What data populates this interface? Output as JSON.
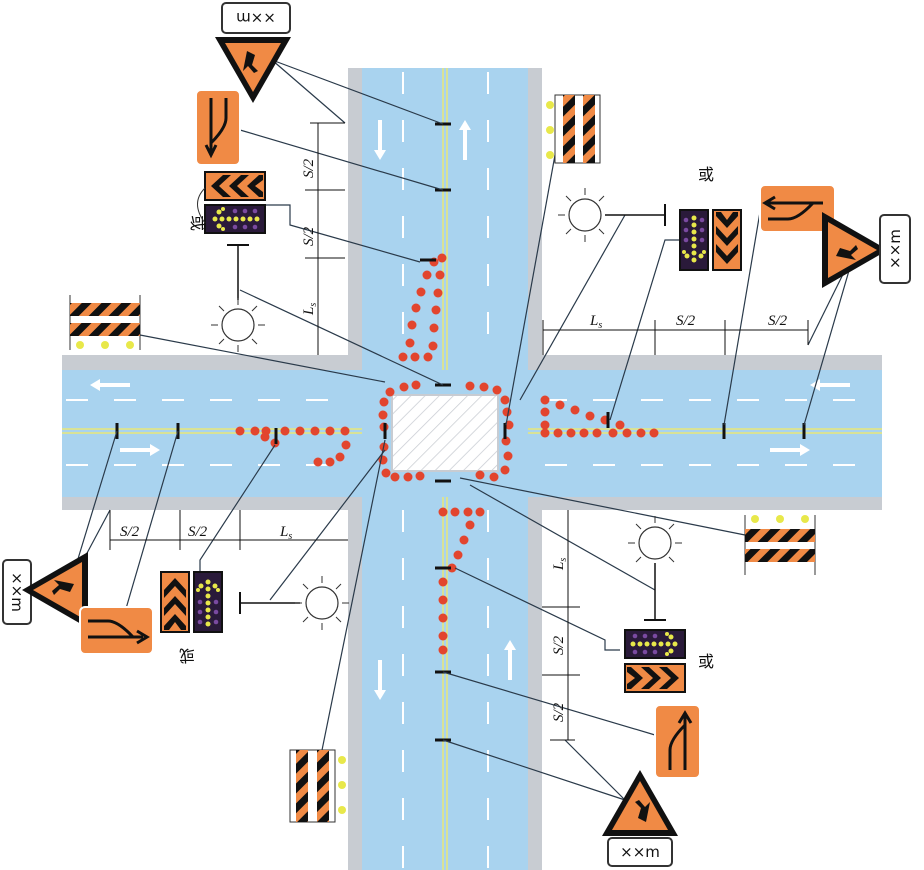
{
  "labels": {
    "half_spacing": "S/2",
    "taper_length": "L",
    "taper_sub": "s",
    "or": "或",
    "distance_plate": "××m"
  },
  "colors": {
    "road": "#a9d3ef",
    "curb": "#c8ccd2",
    "centerline": "#e8e87a",
    "sign_orange": "#f08a45",
    "cone": "#e2452e"
  }
}
